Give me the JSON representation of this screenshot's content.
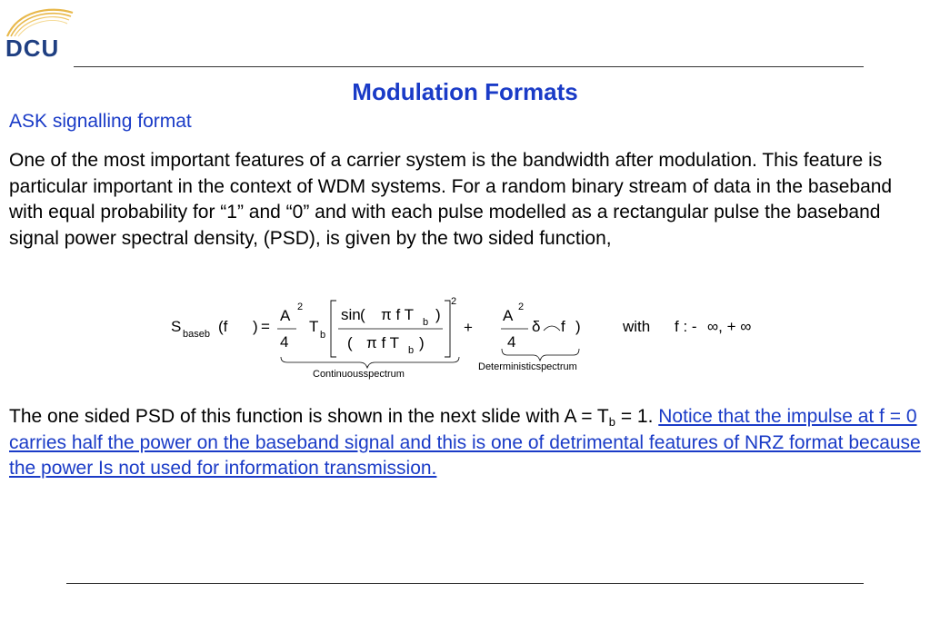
{
  "logo": {
    "text": "DCU"
  },
  "title": "Modulation Formats",
  "subtitle": "ASK signalling format",
  "paragraph1": "One of the most important features of a carrier system is the bandwidth after modulation. This feature is particular important in the context of WDM  systems. For  a random binary stream of data in the baseband with equal  probability for “1” and “0” and with each  pulse modelled as a rectangular pulse the baseband signal power spectral  density, (PSD), is given by the two sided function,",
  "equation": {
    "S": "S",
    "baseb": "baseb",
    "f_arg": "(f",
    "close_eq": ")",
    "equals": "=",
    "A1": "A",
    "exp1": "2",
    "four1": "4",
    "T": "T",
    "b1": "b",
    "sin": "sin",
    "open_paren": "(",
    "pi_f_T1": "π f T",
    "b2": "b",
    "close1": ")",
    "open2": "(",
    "pi_f_T2": "π f T",
    "b3": "b",
    "close2": ")",
    "exp_bracket": "2",
    "plus": "+",
    "A2": "A",
    "exp2": "2",
    "four2": "4",
    "delta": "δ",
    "f2": "f",
    "close3": ")",
    "with": "with",
    "range": "f : -",
    "range_vals": "∞, + ∞",
    "label_continuous": "Continuousspectrum",
    "label_deterministic": "Deterministicspectrum"
  },
  "paragraph2": {
    "lead": "The one sided PSD of this function is shown in the next slide with A = T",
    "sub": "b",
    "tail": " = 1. ",
    "link": "Notice that the impulse at f = 0 carries half the power on the baseband signal and this is one of detrimental features of NRZ format because the power Is not used for information transmission."
  },
  "colors": {
    "accent": "#1a3bc7",
    "logo_blue": "#1f3f82",
    "logo_gold": "#e8b84a"
  }
}
